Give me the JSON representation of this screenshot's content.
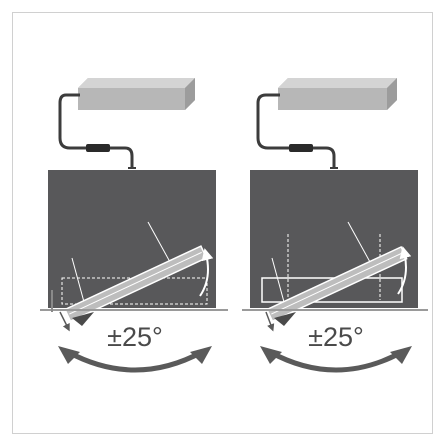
{
  "figure": {
    "panels": [
      {
        "id": "left",
        "angle_label": "±25°"
      },
      {
        "id": "right",
        "angle_label": "±25°"
      }
    ]
  },
  "colors": {
    "housing": "#58585a",
    "driver": "#b7b7b7",
    "cable": "#3c3c3c",
    "lamp": "#bdbdbd",
    "arrow": "#5a5a5a",
    "frame": "#d0d0d0"
  }
}
